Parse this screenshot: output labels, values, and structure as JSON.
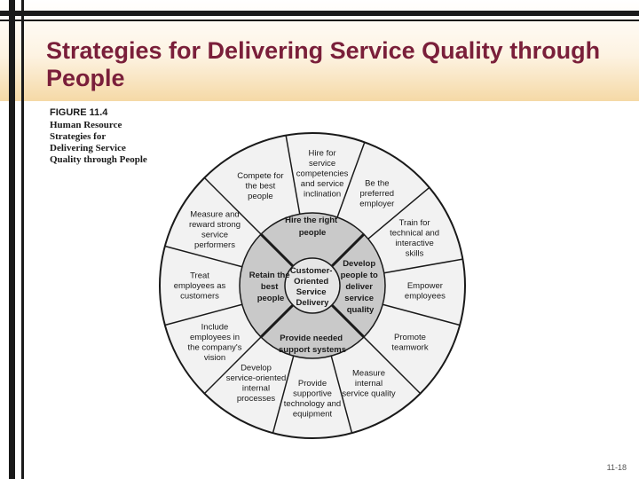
{
  "slide": {
    "title": "Strategies for Delivering Service Quality through People",
    "slide_number": "11-18"
  },
  "figure": {
    "number": "FIGURE 11.4",
    "description": "Human Resource Strategies for Delivering Service Quality through People"
  },
  "wheel": {
    "center": [
      "Customer-",
      "Oriented",
      "Service",
      "Delivery"
    ],
    "quadrants": [
      {
        "label": [
          "Hire the right",
          "people"
        ]
      },
      {
        "label": [
          "Develop",
          "people to",
          "deliver",
          "service",
          "quality"
        ]
      },
      {
        "label": [
          "Provide needed",
          "support systems"
        ]
      },
      {
        "label": [
          "Retain the",
          "best",
          "people"
        ]
      }
    ],
    "segments": [
      {
        "label": [
          "Hire for",
          "service",
          "competencies",
          "and service",
          "inclination"
        ]
      },
      {
        "label": [
          "Be the",
          "preferred",
          "employer"
        ]
      },
      {
        "label": [
          "Train for",
          "technical and",
          "interactive",
          "skills"
        ]
      },
      {
        "label": [
          "Empower",
          "employees"
        ]
      },
      {
        "label": [
          "Promote",
          "teamwork"
        ]
      },
      {
        "label": [
          "Measure",
          "internal",
          "service quality"
        ]
      },
      {
        "label": [
          "Provide",
          "supportive",
          "technology and",
          "equipment"
        ]
      },
      {
        "label": [
          "Develop",
          "service-oriented",
          "internal",
          "processes"
        ]
      },
      {
        "label": [
          "Include",
          "employees in",
          "the company's",
          "vision"
        ]
      },
      {
        "label": [
          "Treat",
          "employees as",
          "customers"
        ]
      },
      {
        "label": [
          "Measure and",
          "reward strong",
          "service",
          "performers"
        ]
      },
      {
        "label": [
          "Compete for",
          "the best",
          "people"
        ]
      }
    ],
    "colors": {
      "outer": "#f2f2f2",
      "middle": "#c9c9c9",
      "center": "#e6e6e6",
      "stroke": "#1a1a1a"
    }
  }
}
